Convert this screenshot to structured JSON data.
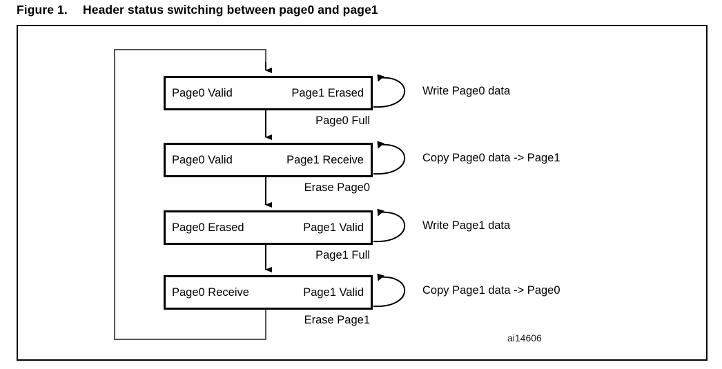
{
  "figure": {
    "number": "Figure 1.",
    "title": "Header status switching between page0 and page1",
    "watermark": "ai14606"
  },
  "diagram": {
    "type": "state-machine",
    "states": [
      {
        "id": "state-0",
        "left": "Page0 Valid",
        "right": "Page1 Erased"
      },
      {
        "id": "state-1",
        "left": "Page0 Valid",
        "right": "Page1 Receive"
      },
      {
        "id": "state-2",
        "left": "Page0 Erased",
        "right": "Page1 Valid"
      },
      {
        "id": "state-3",
        "left": "Page0 Receive",
        "right": "Page1 Valid"
      }
    ],
    "transitions": [
      {
        "from": "state-0",
        "to": "state-1",
        "label": "Page0 Full"
      },
      {
        "from": "state-1",
        "to": "state-2",
        "label": "Erase Page0"
      },
      {
        "from": "state-2",
        "to": "state-3",
        "label": "Page1 Full"
      },
      {
        "from": "state-3",
        "to": "state-0",
        "label": "Erase Page1"
      }
    ],
    "self_loops": [
      {
        "state": "state-0",
        "label": "Write Page0 data"
      },
      {
        "state": "state-1",
        "label": "Copy Page0 data -> Page1"
      },
      {
        "state": "state-2",
        "label": "Write Page1 data"
      },
      {
        "state": "state-3",
        "label": "Copy Page1 data -> Page0"
      }
    ],
    "colors": {
      "box_border": "#000000",
      "connector": "#000000",
      "feedback_line": "#555555",
      "background": "#ffffff",
      "text": "#000000"
    }
  }
}
